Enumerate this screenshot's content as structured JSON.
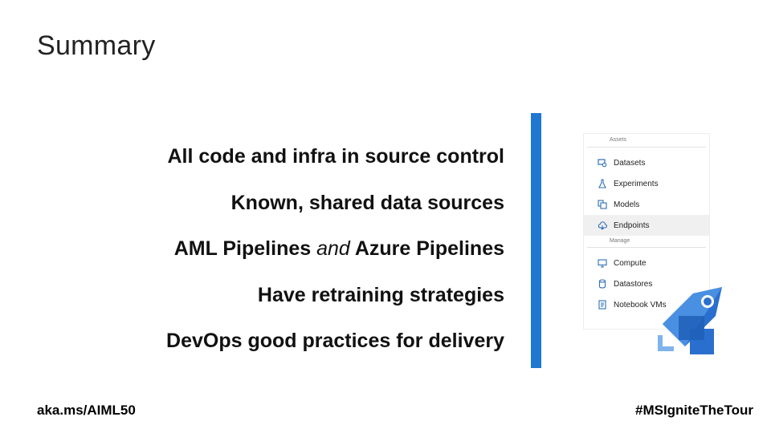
{
  "slide": {
    "title": "Summary",
    "bullets": [
      {
        "text": "All code and infra in source control"
      },
      {
        "text": "Known, shared data sources"
      },
      {
        "pre": "AML Pipelines ",
        "em": "and",
        "post": " Azure Pipelines"
      },
      {
        "text": "Have retraining strategies"
      },
      {
        "text": "DevOps good practices for delivery"
      }
    ],
    "footer_left": "aka.ms/AIML50",
    "footer_right": "#MSIgniteTheTour"
  },
  "panel": {
    "assets_header": "Assets",
    "assets_items": [
      {
        "label": "Datasets",
        "icon": "datasets-icon"
      },
      {
        "label": "Experiments",
        "icon": "flask-icon"
      },
      {
        "label": "Models",
        "icon": "models-icon"
      },
      {
        "label": "Endpoints",
        "icon": "cloud-icon",
        "selected": true
      }
    ],
    "manage_header": "Manage",
    "manage_items": [
      {
        "label": "Compute",
        "icon": "monitor-icon"
      },
      {
        "label": "Datastores",
        "icon": "database-icon"
      },
      {
        "label": "Notebook VMs",
        "icon": "notebook-icon"
      }
    ]
  },
  "colors": {
    "accent_bar": "#1f77d1",
    "icon_blue": "#2f6fb6",
    "logo_blue": "#2b6fce"
  }
}
